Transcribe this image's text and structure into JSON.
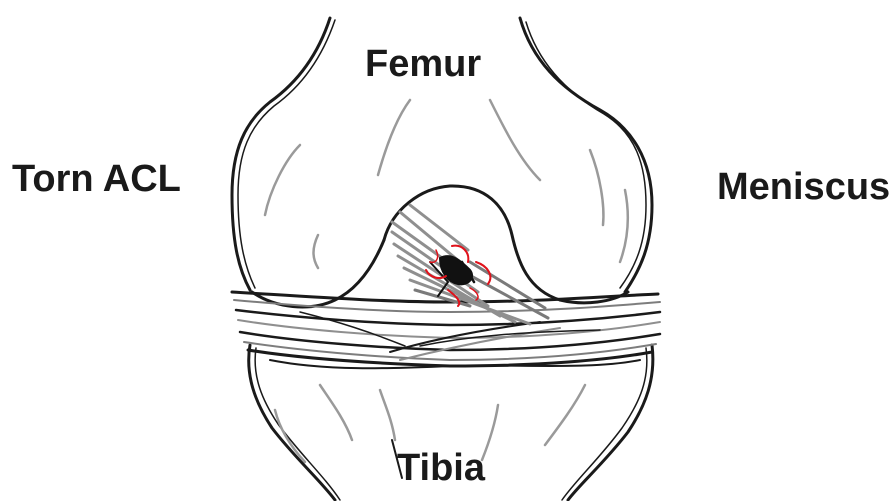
{
  "labels": {
    "femur": "Femur",
    "torn_acl": "Torn ACL",
    "meniscus": "Meniscus",
    "tibia": "Tibia"
  },
  "colors": {
    "outline": "#1a1a1a",
    "shading": "#9a9a9a",
    "ligament": "#8f8f8f",
    "tear": "#e0121b",
    "background": "#ffffff"
  }
}
